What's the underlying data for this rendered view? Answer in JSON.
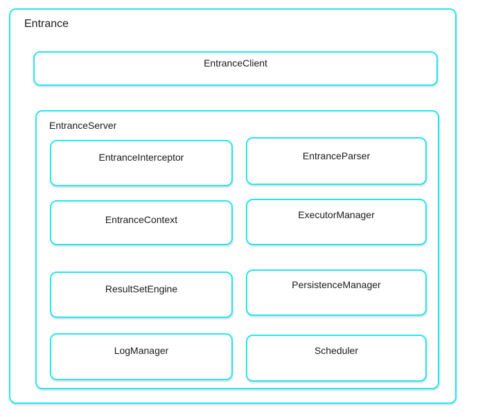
{
  "diagram": {
    "title": "Entrance",
    "client": {
      "label": "EntranceClient"
    },
    "server": {
      "label": "EntranceServer",
      "components": [
        {
          "label": "EntranceInterceptor"
        },
        {
          "label": "EntranceParser"
        },
        {
          "label": "EntranceContext"
        },
        {
          "label": "ExecutorManager"
        },
        {
          "label": "ResultSetEngine"
        },
        {
          "label": "PersistenceManager"
        },
        {
          "label": "LogManager"
        },
        {
          "label": "Scheduler"
        }
      ]
    },
    "colors": {
      "border": "#24e7ee",
      "text": "#1a1a1a",
      "background": "#ffffff"
    }
  }
}
